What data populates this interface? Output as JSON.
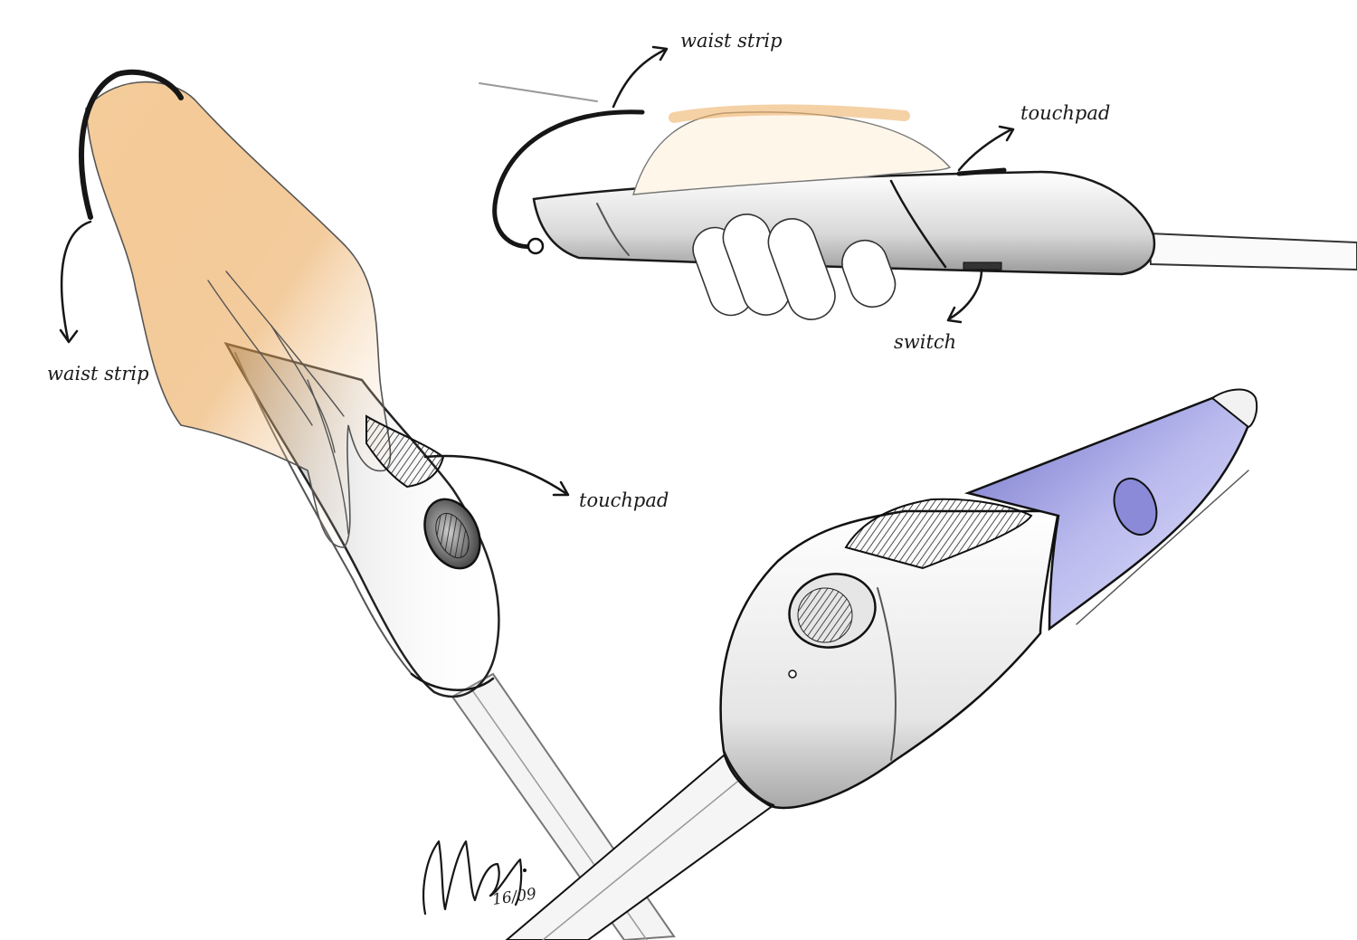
{
  "annotations": {
    "left_waist_strip": "waist strip",
    "left_touchpad": "touchpad",
    "top_waist_strip": "waist strip",
    "top_touchpad": "touchpad",
    "top_switch": "switch"
  },
  "signature": {
    "date": "16/09"
  },
  "colors": {
    "skin_tone": "#e9a24e",
    "accent_purple": "#9b9be0",
    "ink": "#161616",
    "background": "#ffffff"
  }
}
